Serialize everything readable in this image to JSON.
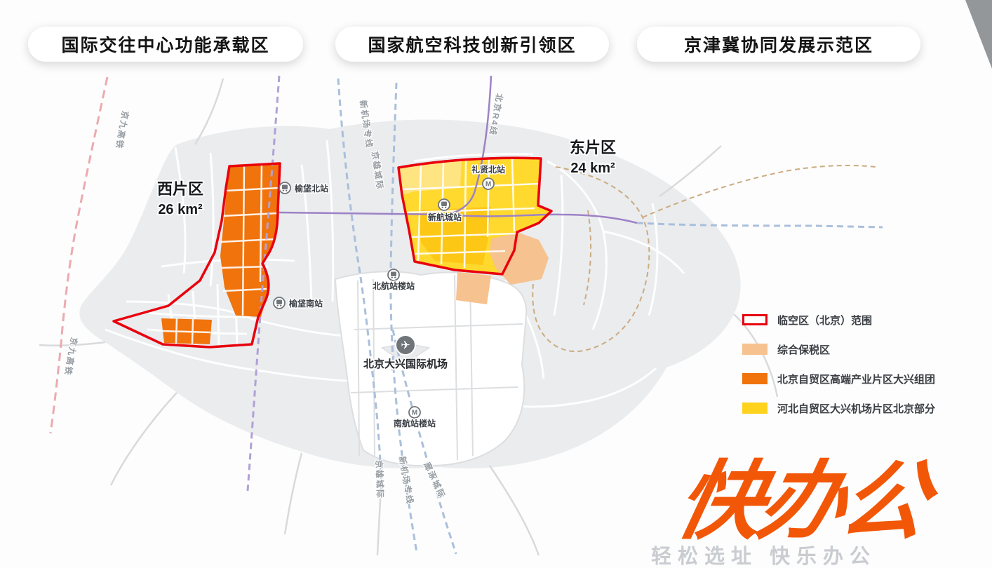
{
  "header": {
    "pills": [
      "国际交往中心功能承载区",
      "国家航空科技创新引领区",
      "京津冀协同发展示范区"
    ]
  },
  "map": {
    "zones": {
      "west": {
        "name": "西片区",
        "area": "26 km²"
      },
      "east": {
        "name": "东片区",
        "area": "24 km²"
      }
    },
    "airport": {
      "name": "北京大兴国际机场"
    },
    "stations": {
      "yufa_north": "榆垡北站",
      "yufa_south": "榆垡南站",
      "lixian_north": "礼贤北站",
      "xinhangcheng": "新航城站",
      "terminal_north": "北航站楼站",
      "terminal_south": "南航站楼站"
    },
    "rail_labels": {
      "jingjiu_north": "京九高铁",
      "jingjiu_south": "京九高铁",
      "xinjichang_north": "新机场专线",
      "jingxiong_north": "京雄城际",
      "beijing_r4": "北京R4线",
      "jingxiong_south": "京雄城际",
      "xinjichang_south": "新机场专线",
      "langzhuo": "廊涿城际"
    },
    "icons": {
      "airport": "✈",
      "metro": "M"
    }
  },
  "legend": {
    "items": [
      {
        "label": "临空区（北京）范围",
        "style": "outline",
        "color": "#e8000d"
      },
      {
        "label": "综合保税区",
        "style": "fill",
        "color": "#f6c28f"
      },
      {
        "label": "北京自贸区高端产业片区大兴组团",
        "style": "fill",
        "color": "#f0730c"
      },
      {
        "label": "河北自贸区大兴机场片区北京部分",
        "style": "fill",
        "color": "#ffd21e"
      }
    ]
  },
  "branding": {
    "logo": "快办公",
    "tagline": "轻松选址 快乐办公"
  }
}
